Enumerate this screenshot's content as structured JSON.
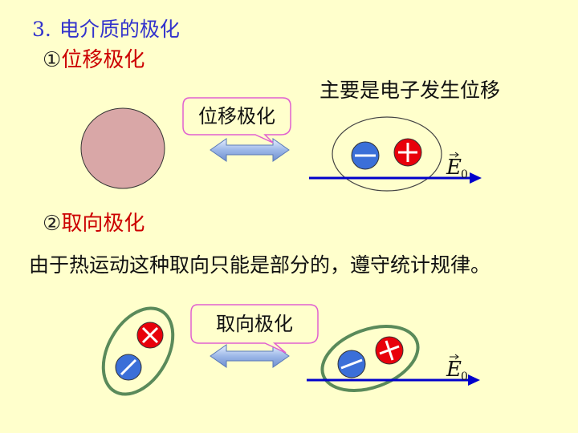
{
  "title": {
    "number": "3.",
    "text": "电介质的极化"
  },
  "section1": {
    "marker": "①",
    "label": "位移极化"
  },
  "section1_note": "主要是电子发生位移",
  "section1_bubble": "位移极化",
  "section2": {
    "marker": "②",
    "label": "取向极化"
  },
  "section2_statement": "由于热运动这种取向只能是部分的，遵守统计规律。",
  "section2_bubble": "取向极化",
  "field_label": {
    "symbol": "E",
    "subscript": "0"
  },
  "colors": {
    "title": "#3333CC",
    "highlight": "#CC0000",
    "background": "#FFFFCC",
    "atom": "#D9A7A7",
    "positive_charge": "#E8000B",
    "negative_charge": "#3B6FD8",
    "field_arrow": "#0000CC",
    "bubble_border": "#E060D0",
    "orientation_ellipse": "#5A8A5A",
    "double_arrow": "#9DB8E8"
  }
}
